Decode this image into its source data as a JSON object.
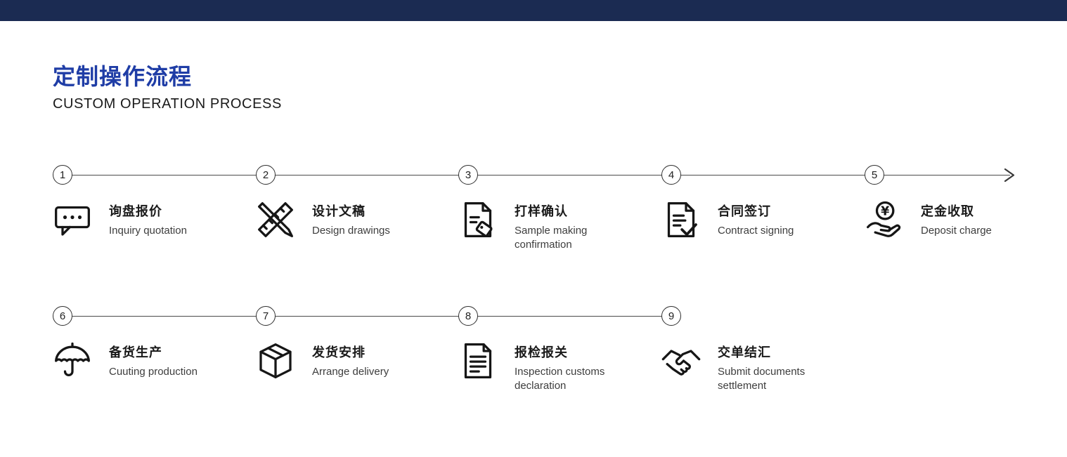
{
  "page": {
    "title_zh": "定制操作流程",
    "title_en": "CUSTOM OPERATION PROCESS"
  },
  "colors": {
    "topbar": "#1b2b52",
    "title_blue": "#1f3da6",
    "timeline": "#4a4a4a",
    "icon": "#161616"
  },
  "steps": [
    {
      "number": "1",
      "zh": "询盘报价",
      "en": "Inquiry quotation",
      "icon": "chat-quote-icon"
    },
    {
      "number": "2",
      "zh": "设计文稿",
      "en": "Design drawings",
      "icon": "design-tools-icon"
    },
    {
      "number": "3",
      "zh": "打样确认",
      "en": "Sample making confirmation",
      "icon": "sample-tag-icon"
    },
    {
      "number": "4",
      "zh": "合同签订",
      "en": "Contract signing",
      "icon": "contract-check-icon"
    },
    {
      "number": "5",
      "zh": "定金收取",
      "en": "Deposit charge",
      "icon": "deposit-hand-icon"
    },
    {
      "number": "6",
      "zh": "备货生产",
      "en": "Cuuting production",
      "icon": "umbrella-icon"
    },
    {
      "number": "7",
      "zh": "发货安排",
      "en": "Arrange delivery",
      "icon": "package-icon"
    },
    {
      "number": "8",
      "zh": "报检报关",
      "en": "Inspection customs declaration",
      "icon": "inspection-document-icon"
    },
    {
      "number": "9",
      "zh": "交单结汇",
      "en": "Submit documents settlement",
      "icon": "handshake-icon"
    }
  ]
}
